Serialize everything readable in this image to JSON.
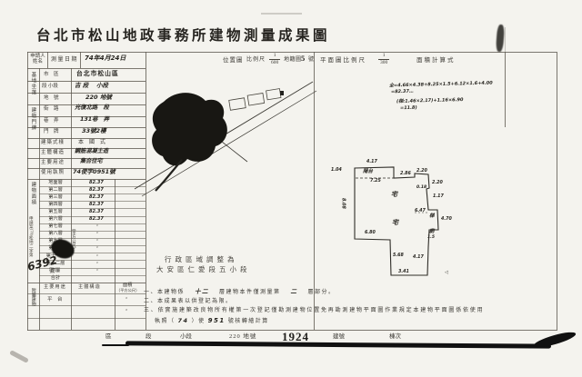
{
  "title": "台北市松山地政事務所建物測量成果圖",
  "header": {
    "applicant_label": "申請人",
    "applicant_sub": "姓名",
    "survey_date_label": "測量日期",
    "survey_date_value": "74年4月24日"
  },
  "location": {
    "label": "位置圖",
    "scale_label": "比例尺",
    "scale_num": "1",
    "scale_den": "600",
    "sheet_label": "地籍圖",
    "sheet_no": "5",
    "sheet_suffix": "號"
  },
  "plan_header": {
    "scale_label": "平面圖比例尺",
    "scale_num": "1",
    "scale_den": "300",
    "calc_label": "面積計算式"
  },
  "calc": {
    "lines": [
      "全=4.66×4.38+8.25×1.5+6.12×1.6+4.00",
      "=82.37…",
      "(梯:1.46×2.17)+1.16×6.90",
      "=11.8)"
    ]
  },
  "site": {
    "group_label": "基地坐落",
    "rows": [
      {
        "label": "市　區",
        "value": "台北市松山區"
      },
      {
        "label": "段 小段",
        "value": "吉 段　 小段"
      },
      {
        "label": "地　號",
        "value": "220 地號"
      }
    ]
  },
  "address": {
    "group_label": "建物門牌",
    "rows": [
      {
        "label": "街　路",
        "value": "光復北路　段"
      },
      {
        "label": "巷　弄",
        "value": "131巷　弄"
      },
      {
        "label": "門　牌",
        "value": "33號2樓"
      }
    ]
  },
  "rows": {
    "style_label": "建築式樣",
    "style_value": "本　國　式",
    "structure_label": "主體構造",
    "structure_value": "鋼筋混凝土造",
    "use_label": "主要用途",
    "use_value": "集合住宅",
    "license_label": "使用執照",
    "license_value": "74使字0951號"
  },
  "area_table": {
    "group_label": "建物面積",
    "unit_label": "（平方公尺）",
    "rows": [
      {
        "floor": "地面層",
        "area": "82.37"
      },
      {
        "floor": "第二層",
        "area": "82.37"
      },
      {
        "floor": "第三層",
        "area": "82.37"
      },
      {
        "floor": "第四層",
        "area": "82.37"
      },
      {
        "floor": "第五層",
        "area": "82.37"
      },
      {
        "floor": "第六層",
        "area": "82.37"
      },
      {
        "floor": "第七層",
        "area": "·"
      },
      {
        "floor": "第八層",
        "area": "·"
      },
      {
        "floor": "第九層",
        "area": "·"
      },
      {
        "floor": "第十層",
        "area": "·"
      },
      {
        "floor": "第十一層",
        "area": "·"
      },
      {
        "floor": "第十二層",
        "area": "·"
      },
      {
        "floor": "附屬",
        "area": "·"
      },
      {
        "floor": "合計",
        "area": ""
      }
    ]
  },
  "annex": {
    "group_label": "附屬建物",
    "headers": {
      "use": "主要用途",
      "structure": "主體構造",
      "area": "面積",
      "area_unit": "（平方公尺）"
    },
    "rows": [
      {
        "use": "平　台",
        "structure": "",
        "area": "·"
      },
      {
        "use": "",
        "structure": "",
        "area": "·"
      },
      {
        "use": "",
        "structure": "",
        "area": ""
      }
    ]
  },
  "case_stamp": {
    "text": "申請案(70)松地二字第",
    "number": "6392",
    "suffix": "號"
  },
  "rezone": {
    "line1": "行政區域調整為",
    "line2": "大安區仁愛段五小段"
  },
  "floor_plan": {
    "dims": [
      {
        "t": "4.17"
      },
      {
        "t": "1.04"
      },
      {
        "t": "2.86"
      },
      {
        "t": "2.20"
      },
      {
        "t": "7.25"
      },
      {
        "t": "2.20"
      },
      {
        "t": "0.18"
      },
      {
        "t": "1.17"
      },
      {
        "t": "6.47"
      },
      {
        "t": "4.70"
      },
      {
        "t": "1.5"
      },
      {
        "t": "8.08"
      },
      {
        "t": "6.80"
      },
      {
        "t": "5.68"
      },
      {
        "t": "4.17"
      },
      {
        "t": "3.41"
      }
    ],
    "balcony_label": "陽台",
    "interior_1": "宅",
    "interior_2": "宅",
    "stair_label": "梯",
    "toilet_label": "廁",
    "compass": "◁"
  },
  "notes": {
    "n1_pre": "一、本建物係",
    "n1_hw1": "十二",
    "n1_mid": "層建物本件僅測量第",
    "n1_hw2": "二",
    "n1_post": "層部分。",
    "n2": "二、本成果表以供登記為限。",
    "n3": "三、依實施建築改良物所有權第一次登記僅勘測建物位置免再勘測建物平面圖作業規定本建物平面圖係依使用",
    "n4_pre": "執照（",
    "n4_hw1": "74",
    "n4_mid": "）使 ",
    "n4_hw2": "951",
    "n4_post": " 號核轉繪計算"
  },
  "footer": {
    "items": [
      "區",
      "段",
      "小段",
      "220 地號",
      "1924",
      "建號",
      "棟次"
    ]
  }
}
